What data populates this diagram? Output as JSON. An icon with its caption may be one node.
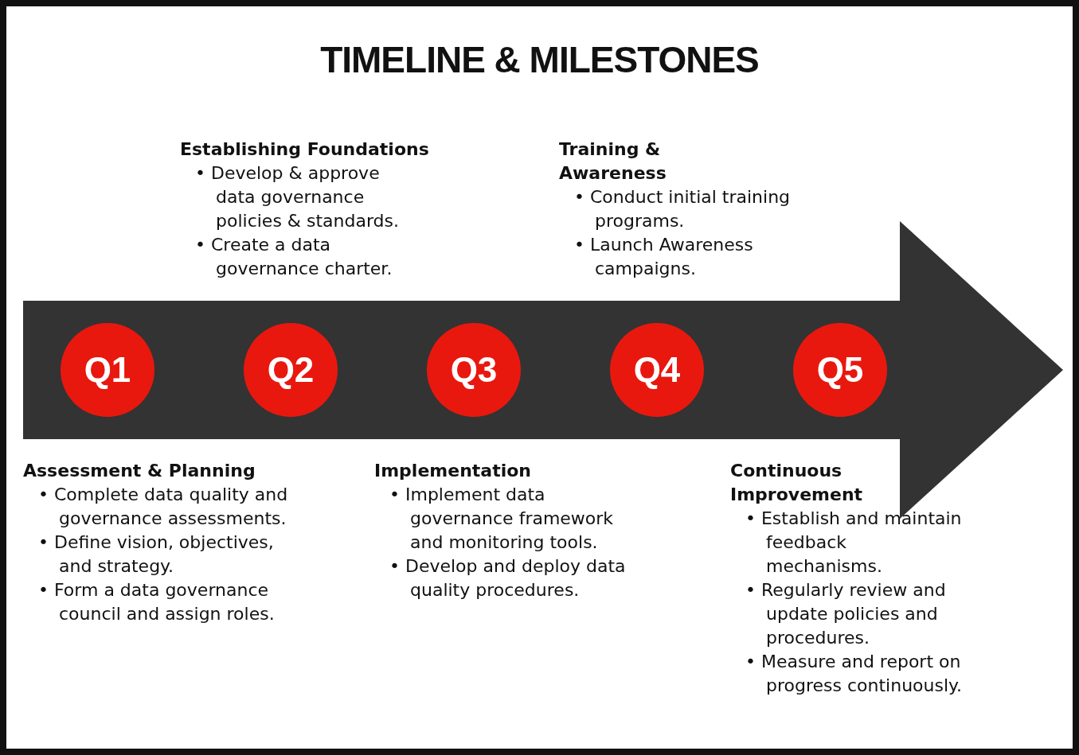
{
  "diagram": {
    "title": "TIMELINE & MILESTONES",
    "nodes": [
      {
        "text": [],
        "shape": "arrow"
      },
      {
        "text": [
          "Q1"
        ],
        "in": 0
      },
      {
        "text": [
          "Q2"
        ],
        "in": 0
      },
      {
        "text": [
          "Q3"
        ],
        "in": 0
      },
      {
        "text": [
          "Q4"
        ],
        "in": 0
      },
      {
        "text": [
          "Q5"
        ],
        "in": 0
      }
    ],
    "labels": [
      "Establishing Foundations",
      "• Develop & approve data governance policies & standards.",
      "• Create a data governance charter.",
      "Training & Awareness",
      "• Conduct initial training programs.",
      "• Launch Awareness campaigns.",
      "Assessment & Planning",
      "• Complete data quality and governance assessments.",
      "• Define vision, objectives, and strategy.",
      "• Form a data governance council and assign roles.",
      "Implementation",
      "• Implement data governance framework and monitoring tools.",
      "• Develop and deploy data quality procedures.",
      "Continuous Improvement",
      "• Establish and maintain feedback mechanisms.",
      "• Regularly review and update policies and procedures.",
      "• Measure and report on progress continuously."
    ]
  }
}
